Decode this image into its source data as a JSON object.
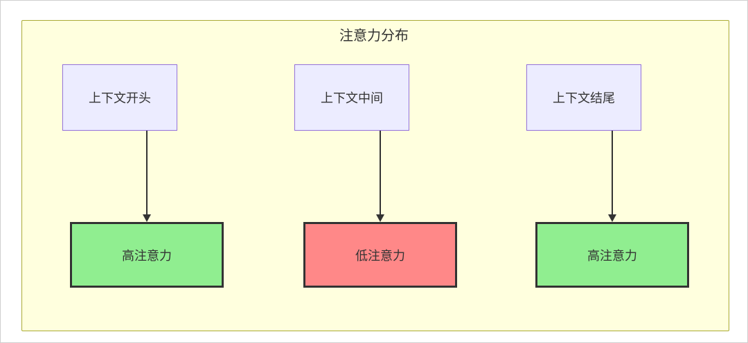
{
  "diagram": {
    "title": "注意力分布",
    "colors": {
      "subgraph_bg": "#ffffde",
      "subgraph_border": "#aaaa33",
      "top_node_bg": "#ececff",
      "top_node_border": "#9370db",
      "high_attention_bg": "#90ee90",
      "low_attention_bg": "#ff8888",
      "emphasis_border": "#333333",
      "arrow_color": "#333333"
    },
    "columns": [
      {
        "source": "上下文开头",
        "target": "高注意力",
        "level": "high"
      },
      {
        "source": "上下文中间",
        "target": "低注意力",
        "level": "low"
      },
      {
        "source": "上下文结尾",
        "target": "高注意力",
        "level": "high"
      }
    ]
  }
}
